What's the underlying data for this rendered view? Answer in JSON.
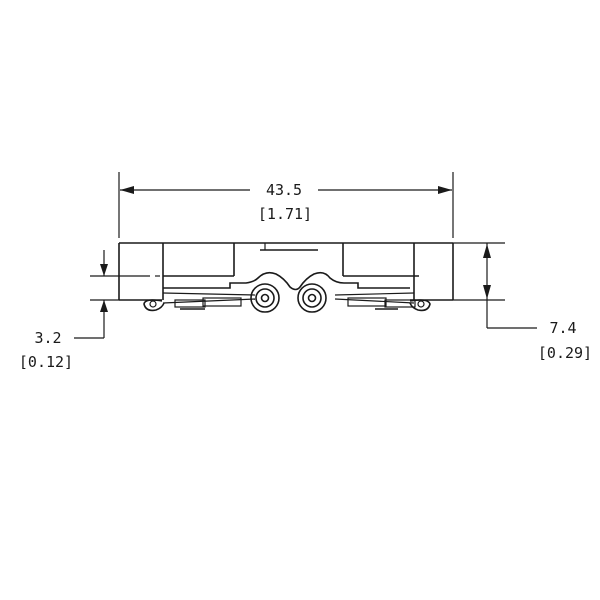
{
  "drawing": {
    "type": "mechanical-dimension-drawing",
    "view": "side elevation",
    "units": {
      "primary": "mm",
      "secondary": "in"
    }
  },
  "dimensions": {
    "width": {
      "mm": "43.5",
      "inch": "[1.71]"
    },
    "height": {
      "mm": "7.4",
      "inch": "[0.29]"
    },
    "base_offset": {
      "mm": "3.2",
      "inch": "[0.12]"
    }
  },
  "colors": {
    "line": "#1a1a1a",
    "background": "#ffffff"
  }
}
